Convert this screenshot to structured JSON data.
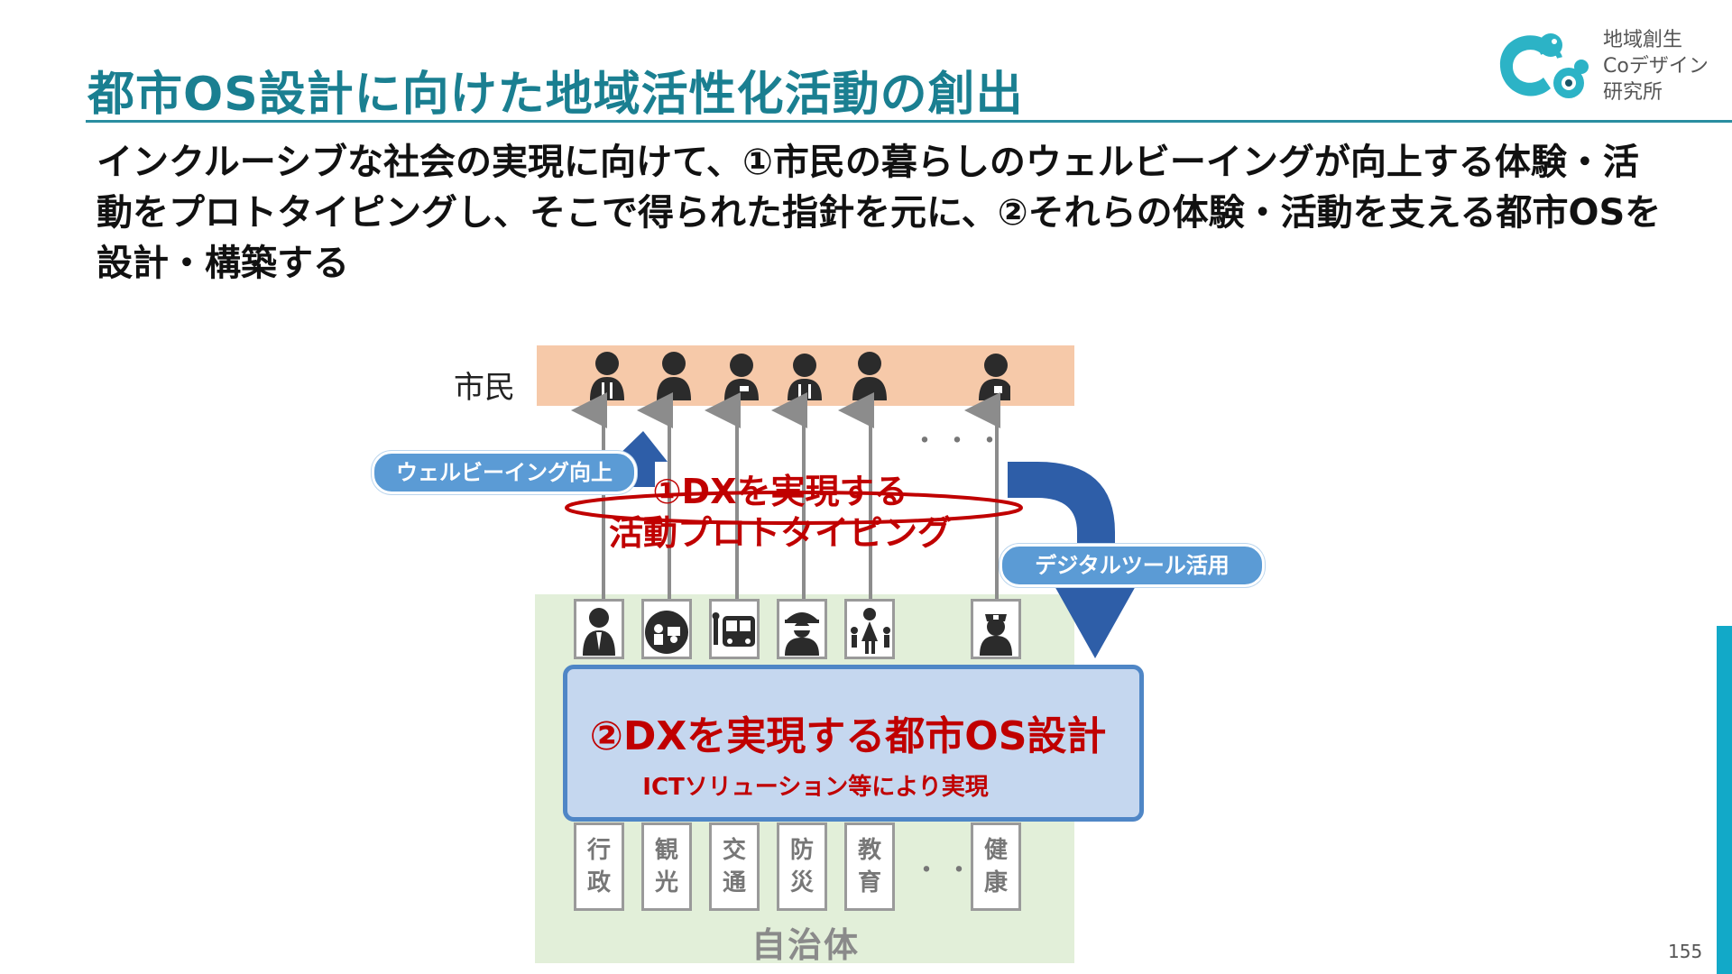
{
  "header": {
    "title": "都市OS設計に向けた地域活性化活動の創出",
    "logo_text": "地域創生\nCoデザイン\n研究所"
  },
  "lead": {
    "text": "インクルーシブな社会の実現に向けて、①市民の暮らしのウェルビーイングが向上する体験・活動をプロトタイピングし、そこで得られた指針を元に、②それらの体験・活動を支える都市OSを設計・構築する"
  },
  "diagram": {
    "citizens_label": "市民",
    "wellbeing_pill": "ウェルビーイング向上",
    "digital_tool_pill": "デジタルツール活用",
    "dx_prototyping_line1": "①DXを実現する",
    "dx_prototyping_line2": "活動プロトタイピング",
    "os_title": "②DXを実現する都市OS設計",
    "os_subtitle": "ICTソリューション等により実現",
    "municipality_label": "自治体",
    "ellipsis": "・・・",
    "domains": [
      {
        "line1": "行",
        "line2": "政"
      },
      {
        "line1": "観",
        "line2": "光"
      },
      {
        "line1": "交",
        "line2": "通"
      },
      {
        "line1": "防",
        "line2": "災"
      },
      {
        "line1": "教",
        "line2": "育"
      },
      {
        "line1": "健",
        "line2": "康"
      }
    ],
    "colors": {
      "accent_title": "#1a7f91",
      "emphasis_red": "#c00000",
      "arrow_blue": "#2e5ea8",
      "pill_blue": "#5b9bd5",
      "citizen_band": "#f6c9a9",
      "municipality_band": "#e2efd9"
    }
  },
  "footer": {
    "page_number": "155"
  }
}
